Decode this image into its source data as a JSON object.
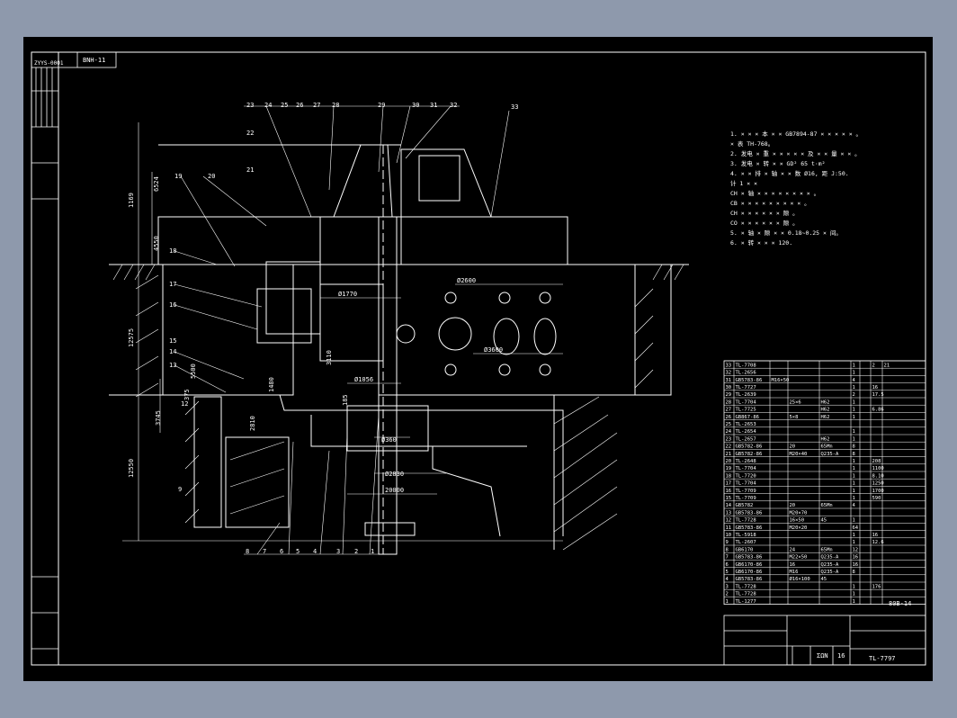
{
  "title_block_top": {
    "code": "BNH-11",
    "label": "ZYYS-0001"
  },
  "balloons_top": [
    "23",
    "24",
    "25",
    "26",
    "27",
    "28",
    "29",
    "30",
    "31",
    "32",
    "33"
  ],
  "balloons_left": [
    "19",
    "20",
    "22",
    "21",
    "18",
    "17",
    "16",
    "15",
    "14",
    "13",
    "12",
    "9"
  ],
  "balloons_bottom": [
    "8",
    "7",
    "6",
    "5",
    "4",
    "3",
    "2",
    "1"
  ],
  "dimensions": {
    "d1770": "Ø1770",
    "d2600": "Ø2600",
    "d3600": "Ø3600",
    "d1056": "Ø1056",
    "d360": "Ø360",
    "d2830": "Ø2830",
    "h20000": "20000",
    "v1": "1169",
    "v2": "6524",
    "v3": "4550",
    "v4": "12575",
    "v5": "5500",
    "v6": "375",
    "v7": "3745",
    "v8": "12550",
    "v9": "2810",
    "v10": "185",
    "v11": "1480",
    "v12": "3110"
  },
  "notes": [
    "1. × × × 本 × × GB7894-87 × × × × × 。",
    "   × 表 TH-768。",
    "2. 发电 × 重 × × × × × 及 × × 量 × × 。",
    "3. 发电 × 转 × × GD² 65 t·m²",
    "4. × × 排 × 轴 × × 数 Ø16, 距 J:50.",
    "   计 1 × ×",
    "   CH × 轴 × × × × × × × × 。",
    "   CB × × × × × × × × × 。",
    "   CH × × × × × × 隙 。",
    "   CO × × × × × × 隙 。",
    "5. × 轴 × 隙 × × 0.18~0.25 × 间。",
    "6. × 转 × × × 120."
  ],
  "parts_list": [
    [
      "33",
      "TL-7708",
      "",
      "",
      "",
      "1",
      "",
      "2",
      "21"
    ],
    [
      "32",
      "TL-2656",
      "",
      "",
      "",
      "1",
      "",
      "",
      ""
    ],
    [
      "31",
      "GB5783-86",
      "M16×50",
      "",
      "",
      "4",
      "",
      "",
      ""
    ],
    [
      "30",
      "TL-7727",
      "",
      "",
      "",
      "1",
      "",
      "16",
      ""
    ],
    [
      "29",
      "TL-2639",
      "",
      "",
      "",
      "2",
      "",
      "17.5",
      ""
    ],
    [
      "28",
      "TL-7704",
      "",
      "25×6",
      "H62",
      "1",
      "",
      "",
      ""
    ],
    [
      "27",
      "TL-7725",
      "",
      "",
      "H62",
      "1",
      "",
      "6.86",
      ""
    ],
    [
      "26",
      "GB867-86",
      "",
      "5×8",
      "H62",
      "1",
      "",
      "",
      ""
    ],
    [
      "25",
      "TL-2653",
      "",
      "",
      "",
      "",
      "",
      "",
      ""
    ],
    [
      "24",
      "TL-2654",
      "",
      "",
      "",
      "1",
      "",
      "",
      ""
    ],
    [
      "23",
      "TL-2657",
      "",
      "",
      "H62",
      "1",
      "",
      "",
      ""
    ],
    [
      "22",
      "GB5782-86",
      "",
      "20",
      "65Mn",
      "8",
      "",
      "",
      ""
    ],
    [
      "21",
      "GB5782-86",
      "",
      "M20×40",
      "Q235-A",
      "8",
      "",
      "",
      ""
    ],
    [
      "20",
      "TL-2648",
      "",
      "",
      "",
      "1",
      "",
      "208",
      ""
    ],
    [
      "19",
      "TL-7704",
      "",
      "",
      "",
      "1",
      "",
      "1100",
      ""
    ],
    [
      "18",
      "TL-7720",
      "",
      "",
      "",
      "1",
      "",
      "8.10",
      ""
    ],
    [
      "17",
      "TL-7704",
      "",
      "",
      "",
      "1",
      "",
      "1250",
      ""
    ],
    [
      "16",
      "TL-7709",
      "",
      "",
      "",
      "1",
      "",
      "1700",
      ""
    ],
    [
      "15",
      "TL-7709",
      "",
      "",
      "",
      "1",
      "",
      "590",
      ""
    ],
    [
      "14",
      "GB5782",
      "",
      "20",
      "65Mn",
      "4",
      "",
      "",
      ""
    ],
    [
      "13",
      "GB5783-86",
      "",
      "M20×70",
      "",
      "",
      "",
      "",
      ""
    ],
    [
      "12",
      "TL-7728",
      "",
      "16×50",
      "45",
      "1",
      "",
      "",
      ""
    ],
    [
      "11",
      "GB5783-86",
      "",
      "M20×20",
      "",
      "64",
      "",
      "",
      ""
    ],
    [
      "10",
      "TL-5918",
      "",
      "",
      "",
      "1",
      "",
      "16",
      ""
    ],
    [
      "9",
      "TL-2607",
      "",
      "",
      "",
      "1",
      "",
      "12.6",
      ""
    ],
    [
      "8",
      "GB6170",
      "",
      "24",
      "65Mn",
      "12",
      "",
      "",
      ""
    ],
    [
      "7",
      "GB5783-86",
      "",
      "M22×50",
      "Q235-A",
      "16",
      "",
      "",
      ""
    ],
    [
      "6",
      "GB6170-86",
      "",
      "16",
      "Q235-A",
      "16",
      "",
      "",
      ""
    ],
    [
      "5",
      "GB6170-86",
      "",
      "M16",
      "Q235-A",
      "8",
      "",
      "",
      ""
    ],
    [
      "4",
      "GB5783-86",
      "",
      "Ø16×100",
      "45",
      "",
      "",
      "",
      ""
    ],
    [
      "3",
      "TL-7728",
      "",
      "",
      "",
      "1",
      "",
      "176",
      ""
    ],
    [
      "2",
      "TL-7728",
      "",
      "",
      "",
      "1",
      "",
      "",
      ""
    ],
    [
      "1",
      "TL-1277",
      "",
      "",
      "",
      "1",
      "",
      "",
      ""
    ]
  ],
  "title_block": {
    "doc_code": "80B-14",
    "sheet": "16",
    "scale": "ΣΩΝ",
    "drawing_no": "TL-7797"
  }
}
